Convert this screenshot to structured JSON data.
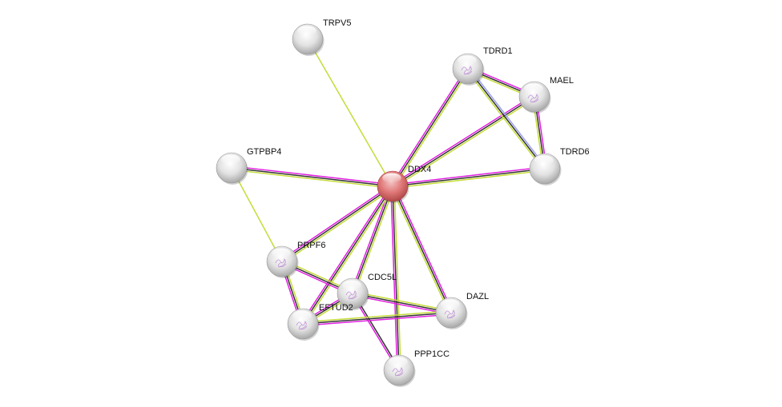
{
  "network": {
    "colors": {
      "textmining": "#c5dc38",
      "coexpression": "#333333",
      "experiments": "#e020e0",
      "homology": "#9aa0f0",
      "query_node": "#e07070",
      "node": "#e0e0e0"
    },
    "nodes": [
      {
        "id": "DDX4",
        "label": "DDX4",
        "query": true,
        "structure": false
      },
      {
        "id": "TRPV5",
        "label": "TRPV5",
        "query": false,
        "structure": false
      },
      {
        "id": "TDRD1",
        "label": "TDRD1",
        "query": false,
        "structure": true
      },
      {
        "id": "MAEL",
        "label": "MAEL",
        "query": false,
        "structure": true
      },
      {
        "id": "TDRD6",
        "label": "TDRD6",
        "query": false,
        "structure": false
      },
      {
        "id": "GTPBP4",
        "label": "GTPBP4",
        "query": false,
        "structure": false
      },
      {
        "id": "PRPF6",
        "label": "PRPF6",
        "query": false,
        "structure": true
      },
      {
        "id": "CDC5L",
        "label": "CDC5L",
        "query": false,
        "structure": true
      },
      {
        "id": "EFTUD2",
        "label": "EFTUD2",
        "query": false,
        "structure": true
      },
      {
        "id": "DAZL",
        "label": "DAZL",
        "query": false,
        "structure": true
      },
      {
        "id": "PPP1CC",
        "label": "PPP1CC",
        "query": false,
        "structure": true
      }
    ],
    "edges": [
      {
        "a": "DDX4",
        "b": "TRPV5",
        "types": [
          "textmining"
        ]
      },
      {
        "a": "DDX4",
        "b": "TDRD1",
        "types": [
          "experiments",
          "coexpression",
          "textmining"
        ]
      },
      {
        "a": "DDX4",
        "b": "MAEL",
        "types": [
          "experiments",
          "coexpression",
          "textmining"
        ]
      },
      {
        "a": "DDX4",
        "b": "TDRD6",
        "types": [
          "experiments",
          "coexpression",
          "textmining"
        ]
      },
      {
        "a": "DDX4",
        "b": "GTPBP4",
        "types": [
          "textmining",
          "coexpression",
          "experiments"
        ]
      },
      {
        "a": "DDX4",
        "b": "PRPF6",
        "types": [
          "textmining",
          "coexpression",
          "experiments"
        ]
      },
      {
        "a": "DDX4",
        "b": "CDC5L",
        "types": [
          "textmining",
          "coexpression",
          "experiments"
        ]
      },
      {
        "a": "DDX4",
        "b": "EFTUD2",
        "types": [
          "textmining",
          "coexpression",
          "experiments"
        ]
      },
      {
        "a": "DDX4",
        "b": "DAZL",
        "types": [
          "experiments",
          "coexpression",
          "textmining"
        ]
      },
      {
        "a": "DDX4",
        "b": "PPP1CC",
        "types": [
          "textmining",
          "coexpression",
          "experiments"
        ]
      },
      {
        "a": "TDRD1",
        "b": "MAEL",
        "types": [
          "experiments",
          "coexpression",
          "textmining"
        ]
      },
      {
        "a": "TDRD1",
        "b": "TDRD6",
        "types": [
          "homology",
          "coexpression",
          "textmining"
        ]
      },
      {
        "a": "MAEL",
        "b": "TDRD6",
        "types": [
          "experiments",
          "coexpression",
          "textmining"
        ]
      },
      {
        "a": "GTPBP4",
        "b": "PRPF6",
        "types": [
          "textmining"
        ]
      },
      {
        "a": "PRPF6",
        "b": "CDC5L",
        "types": [
          "textmining",
          "coexpression",
          "experiments"
        ]
      },
      {
        "a": "PRPF6",
        "b": "EFTUD2",
        "types": [
          "textmining",
          "coexpression",
          "experiments"
        ]
      },
      {
        "a": "CDC5L",
        "b": "EFTUD2",
        "types": [
          "textmining",
          "coexpression",
          "experiments"
        ]
      },
      {
        "a": "CDC5L",
        "b": "DAZL",
        "types": [
          "textmining",
          "coexpression",
          "experiments"
        ]
      },
      {
        "a": "CDC5L",
        "b": "PPP1CC",
        "types": [
          "coexpression",
          "experiments"
        ]
      },
      {
        "a": "EFTUD2",
        "b": "DAZL",
        "types": [
          "textmining",
          "coexpression",
          "experiments"
        ]
      }
    ]
  }
}
